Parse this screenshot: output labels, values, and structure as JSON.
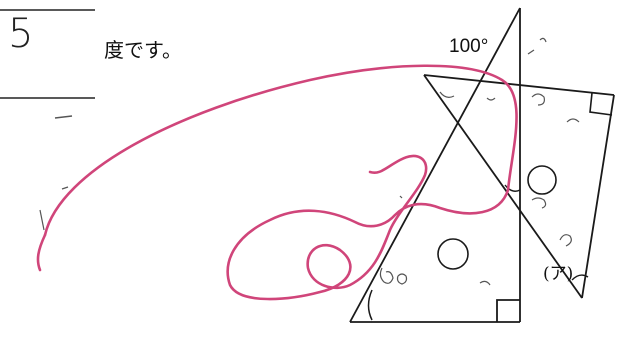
{
  "answer_box": {
    "value": "5",
    "suffix": "度です。"
  },
  "figure": {
    "top_angle": "100°",
    "label": "(ア)"
  },
  "colors": {
    "ink": "#1a1a1a",
    "pencil": "#555555",
    "marker": "#d0457a"
  }
}
